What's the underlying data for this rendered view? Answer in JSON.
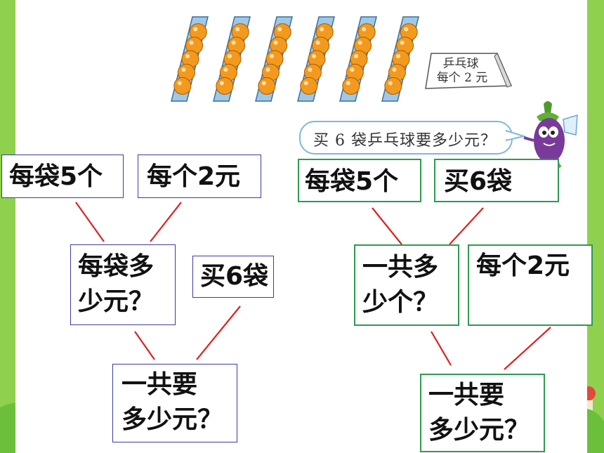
{
  "illustration": {
    "sign_line1": "乒乓球",
    "sign_line2": "每个 2 元",
    "question": "买 6 袋乒乓球要多少元？",
    "bag_count": 6,
    "balls_per_bag": 5
  },
  "left_tree": {
    "node1": "每袋5个",
    "node2": "每个2元",
    "node3_line1": "每袋多",
    "node3_line2": "少元？",
    "node4": "买6袋",
    "node5_line1": "一共要",
    "node5_line2": "多少元？"
  },
  "right_tree": {
    "node1": "每袋5个",
    "node2": "买6袋",
    "node3_line1": "一共多",
    "node3_line2": "少个？",
    "node4": "每个2元",
    "node5_line1": "一共要",
    "node5_line2": "多少元？"
  },
  "colors": {
    "background_green": "#8fd14f",
    "left_border": "#3b3ba8",
    "right_border": "#2f9a50",
    "connector_red": "#e02020",
    "ball_orange": "#f39a1e",
    "bag_blue": "#9fc8e6"
  }
}
